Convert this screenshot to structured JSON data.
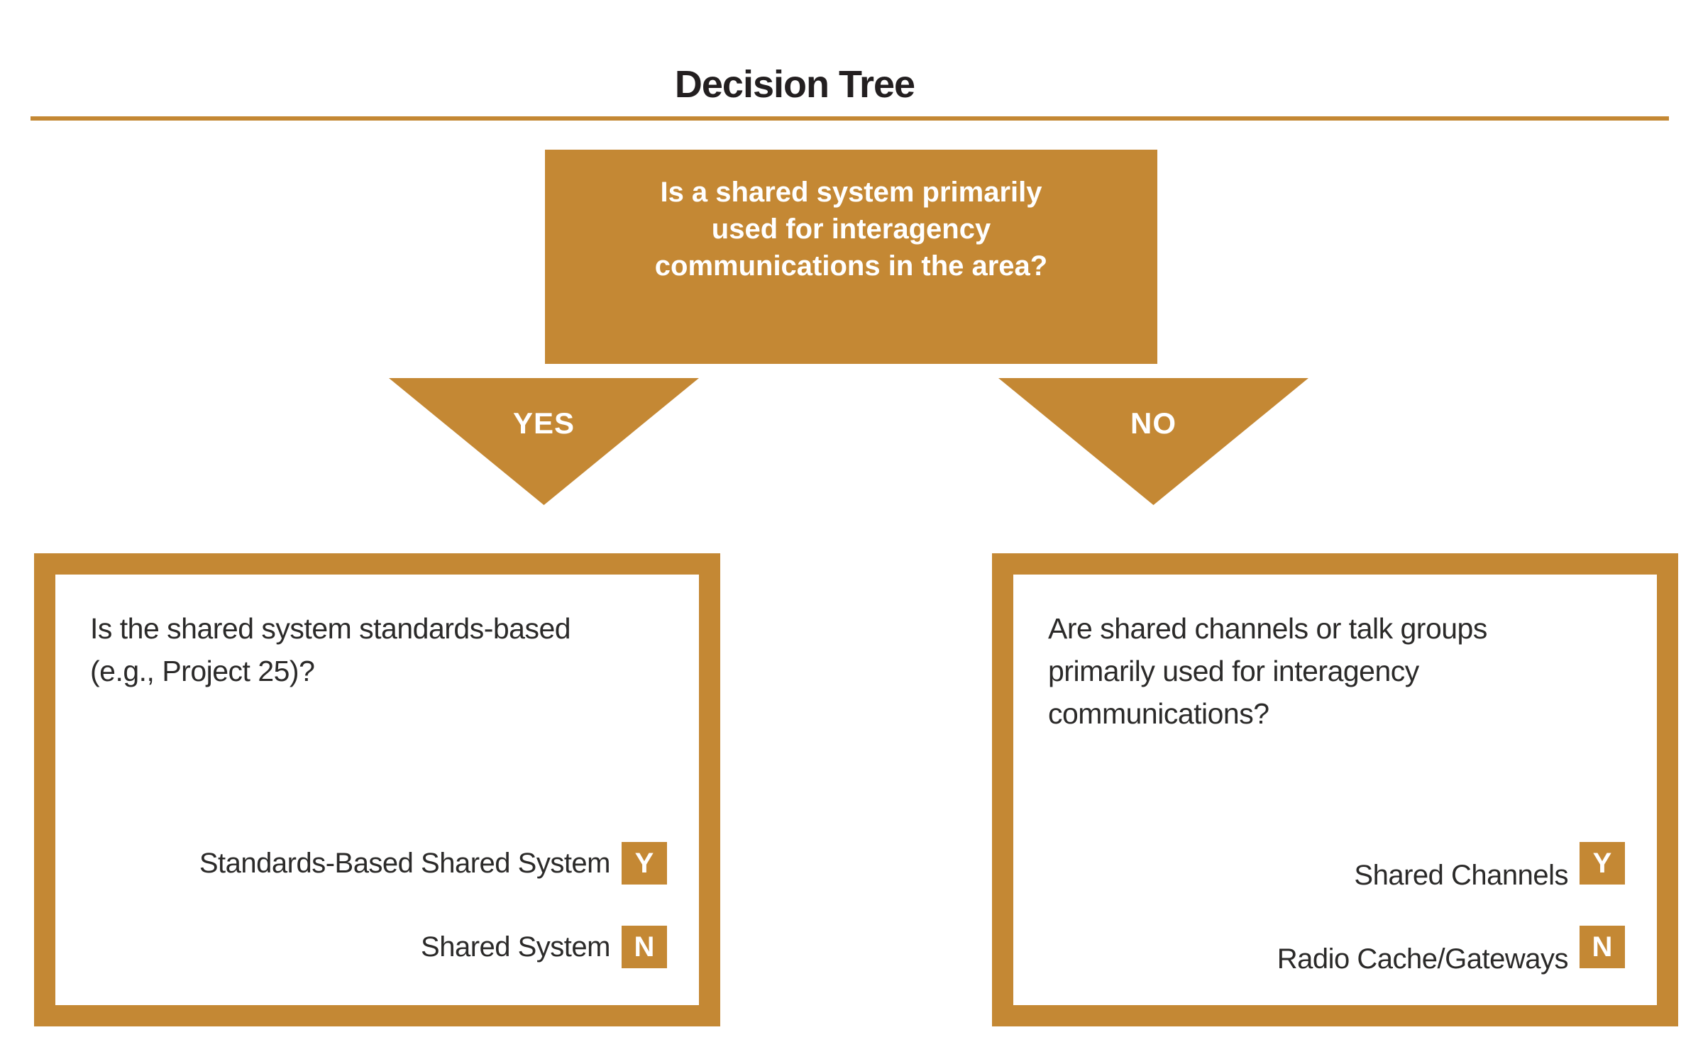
{
  "title": "Decision Tree",
  "colors": {
    "brand_gold": "#c48834",
    "text_dark": "#2b2a29",
    "text_on_gold": "#ffffff"
  },
  "root_question": "Is a shared system primarily\nused for interagency\ncommunications in the area?",
  "branches": {
    "yes_label": "YES",
    "no_label": "NO"
  },
  "boxes": {
    "left": {
      "question": "Is the shared system standards-based\n(e.g., Project 25)?",
      "answers": [
        {
          "label": "Standards-Based Shared System",
          "badge": "Y"
        },
        {
          "label": "Shared System",
          "badge": "N"
        }
      ]
    },
    "right": {
      "question": "Are shared channels or talk groups\nprimarily used for interagency\ncommunications?",
      "answers": [
        {
          "label": "Shared Channels",
          "badge": "Y"
        },
        {
          "label": "Radio Cache/Gateways",
          "badge": "N"
        }
      ]
    }
  }
}
